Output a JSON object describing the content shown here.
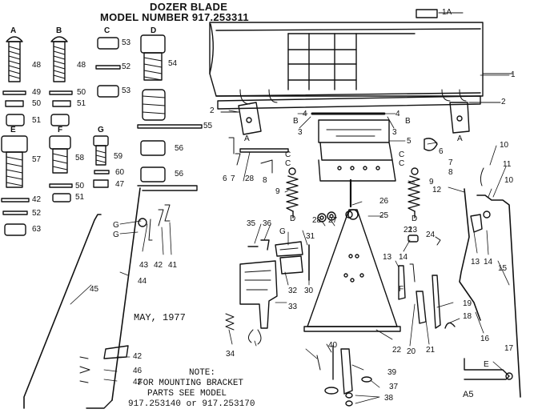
{
  "header": {
    "title_line1": "DOZER BLADE",
    "title_line2": "MODEL NUMBER 917.253311"
  },
  "date_text": "MAY, 1977",
  "note": {
    "title": "NOTE:",
    "line1": "FOR MOUNTING BRACKET",
    "line2": "PARTS SEE MODEL",
    "line3": "917.253140 or 917.253170"
  },
  "sheet_code": "A5",
  "hardware_group_letters": [
    "A",
    "B",
    "C",
    "D",
    "E",
    "F",
    "G"
  ],
  "connection_letters": [
    "A",
    "B",
    "C",
    "D",
    "E",
    "F",
    "G"
  ],
  "part_numbers": [
    "1",
    "1A",
    "2",
    "3",
    "4",
    "5",
    "6",
    "7",
    "8",
    "9",
    "10",
    "11",
    "12",
    "13",
    "14",
    "15",
    "16",
    "17",
    "18",
    "19",
    "20",
    "21",
    "22",
    "23",
    "24",
    "25",
    "26",
    "27",
    "28",
    "29",
    "30",
    "31",
    "32",
    "33",
    "34",
    "35",
    "36",
    "37",
    "38",
    "39",
    "40",
    "41",
    "42",
    "43",
    "44",
    "45",
    "46",
    "47",
    "48",
    "49",
    "50",
    "51",
    "52",
    "53",
    "54",
    "55",
    "56",
    "57",
    "58",
    "59",
    "60",
    "63"
  ]
}
